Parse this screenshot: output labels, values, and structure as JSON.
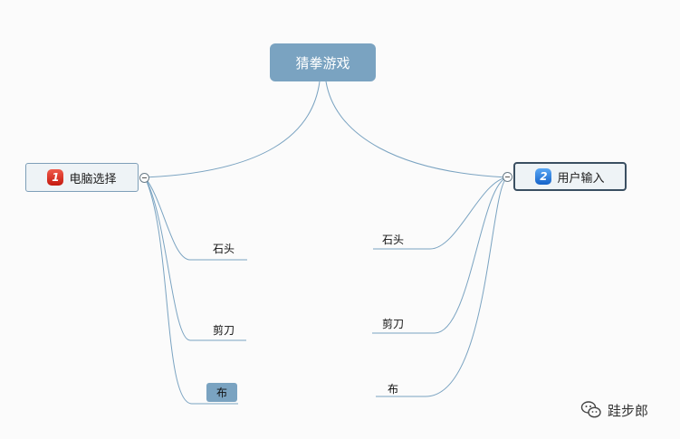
{
  "root": {
    "label": "猜拳游戏"
  },
  "left_branch": {
    "badge": "1",
    "label": "电脑选择",
    "badge_color": "#d9241b",
    "children": [
      "石头",
      "剪刀",
      "布"
    ]
  },
  "right_branch": {
    "badge": "2",
    "label": "用户输入",
    "badge_color": "#1f77e0",
    "children": [
      "石头",
      "剪刀",
      "布"
    ]
  },
  "watermark": {
    "icon": "wechat-icon",
    "text": "跬步郎"
  },
  "colors": {
    "root_fill": "#7aa3c1",
    "link": "#7aa3c1",
    "selected_border": "#3a4f61"
  }
}
